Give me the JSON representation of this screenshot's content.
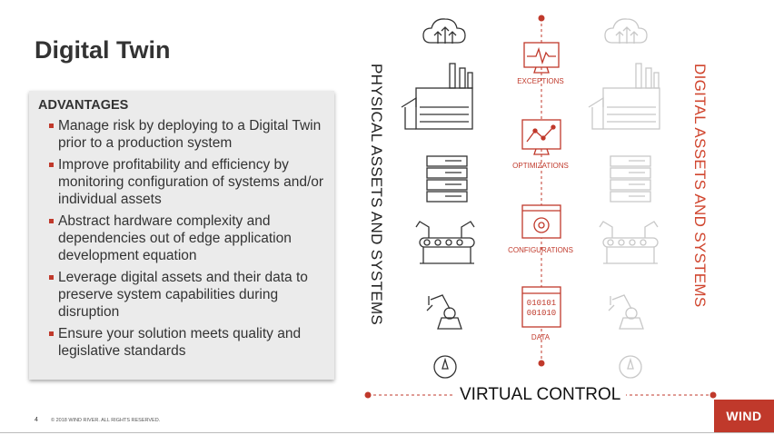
{
  "page": {
    "title": "Digital Twin",
    "page_number": "4",
    "copyright": "© 2018 WIND RIVER. ALL RIGHTS RESERVED.",
    "logo_text": "WIND"
  },
  "advantages": {
    "heading": "ADVANTAGES",
    "items": [
      "Manage risk by deploying to a Digital Twin prior to a production system",
      "Improve profitability and efficiency by monitoring configuration of systems and/or individual assets",
      "Abstract hardware complexity and dependencies out of edge application development equation",
      "Leverage digital assets and their data to preserve system capabilities during disruption",
      "Ensure your solution meets quality and legislative standards"
    ]
  },
  "diagram": {
    "left_label": "PHYSICAL ASSETS AND SYSTEMS",
    "right_label": "DIGITAL ASSETS AND SYSTEMS",
    "bottom_label": "VIRTUAL CONTROL",
    "center_items": [
      "EXCEPTIONS",
      "OPTIMIZATIONS",
      "CONFIGURATIONS",
      "DATA"
    ],
    "data_icon_text": [
      "010101",
      "001010"
    ],
    "asset_icons": [
      "cloud-icon",
      "factory-icon",
      "server-icon",
      "assembly-line-icon",
      "robot-arm-icon",
      "gauge-icon"
    ],
    "center_icons": [
      "pulse-monitor-icon",
      "chart-monitor-icon",
      "gear-window-icon",
      "binary-window-icon"
    ],
    "colors": {
      "accent": "#c0392b",
      "text": "#333333",
      "faded_icon": "#c8c8c8"
    }
  }
}
